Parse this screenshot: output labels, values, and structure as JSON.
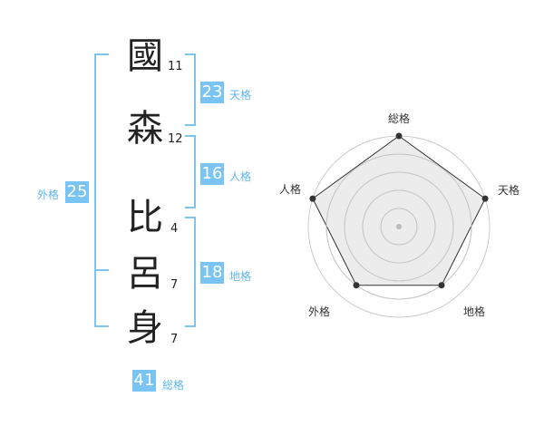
{
  "characters": [
    {
      "char": "國",
      "strokes": "11"
    },
    {
      "char": "森",
      "strokes": "12"
    },
    {
      "char": "比",
      "strokes": "4"
    },
    {
      "char": "呂",
      "strokes": "7"
    },
    {
      "char": "身",
      "strokes": "7"
    }
  ],
  "kaku": {
    "tenkaku": {
      "value": "23",
      "label": "天格"
    },
    "jinkaku": {
      "value": "16",
      "label": "人格"
    },
    "chikaku": {
      "value": "18",
      "label": "地格"
    },
    "gaikaku": {
      "value": "25",
      "label": "外格"
    },
    "soukaku": {
      "value": "41",
      "label": "総格"
    }
  },
  "colors": {
    "accent_box": "#79c4f2",
    "accent_line": "#7cc5f3",
    "accent_text": "#5eb5ef"
  },
  "chart_data": {
    "type": "radar",
    "axes": [
      "総格",
      "天格",
      "地格",
      "外格",
      "人格"
    ],
    "values": [
      5,
      5,
      4,
      4,
      5
    ],
    "max": 5,
    "grid_rings": 5
  }
}
